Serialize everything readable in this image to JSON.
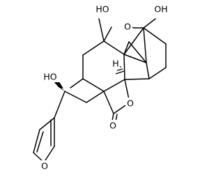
{
  "molecule": {
    "labels": {
      "o_hydroxyl_left": "OH",
      "h_hydroxyl_left": "HO",
      "o_ring_ether": "O",
      "o_hydroxyl_right": "OH",
      "h_stereo": "H",
      "o_side_hydroxyl": "HO",
      "o_lactone_ring": "O",
      "o_carbonyl": "O",
      "o_furan": "O"
    }
  }
}
